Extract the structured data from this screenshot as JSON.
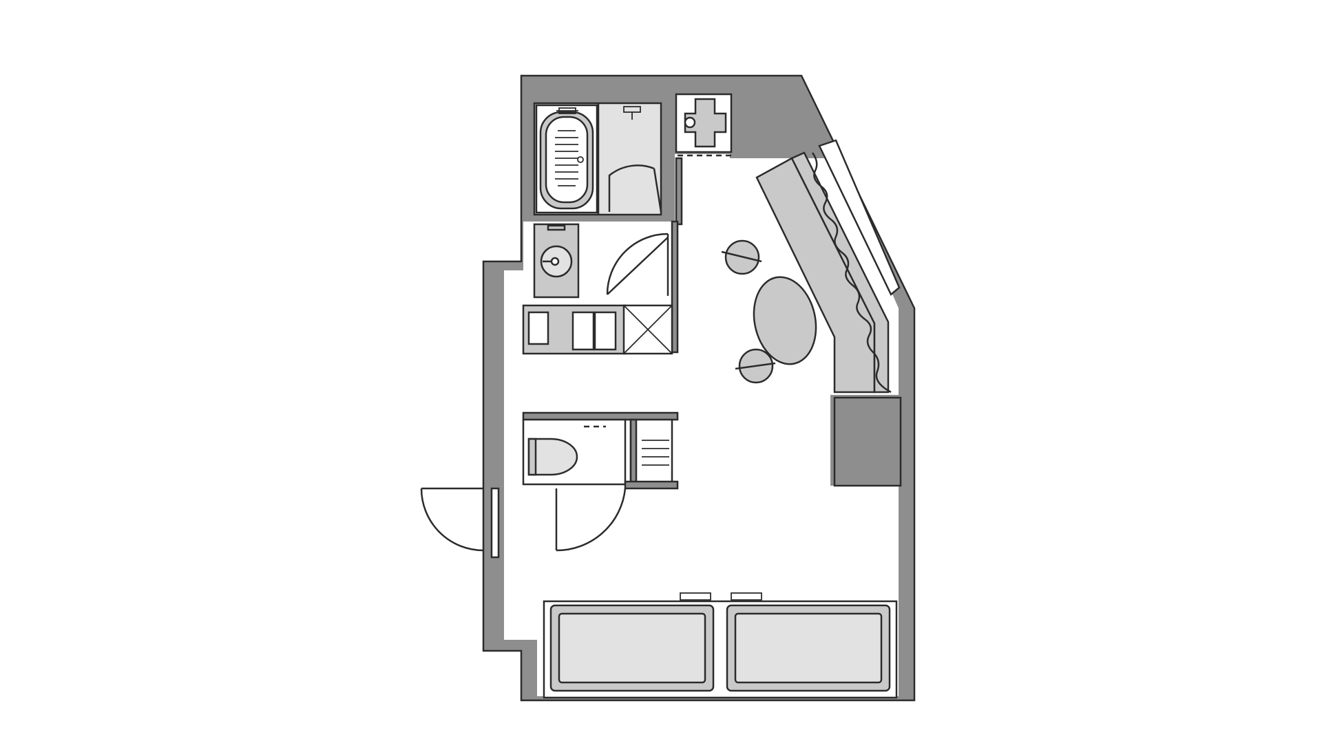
{
  "diagram": {
    "type": "floor-plan",
    "labels": []
  },
  "colors": {
    "wall": "#8e8e8e",
    "fixture": "#c9c9c9",
    "fixture_light": "#e2e2e2",
    "outline": "#2b2b2b",
    "background": "#ffffff"
  },
  "rooms": [
    "bathroom",
    "washbasin",
    "closet",
    "toilet",
    "entrance",
    "living-area"
  ],
  "furniture": [
    "bathtub",
    "shower",
    "kitchenette",
    "washing-machine-pan",
    "sofa",
    "dining-table",
    "chair",
    "chair",
    "twin-bed",
    "twin-bed",
    "shoe-rack",
    "curtain"
  ]
}
